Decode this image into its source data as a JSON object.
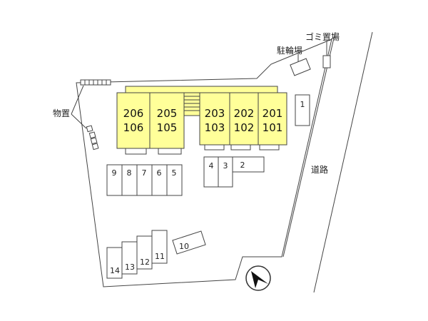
{
  "labels": {
    "storage": "物置",
    "bicycle_parking": "駐輪場",
    "garbage": "ゴミ置場",
    "road": "道路"
  },
  "units": [
    {
      "top": "206",
      "bottom": "106"
    },
    {
      "top": "205",
      "bottom": "105"
    },
    {
      "top": "203",
      "bottom": "103"
    },
    {
      "top": "202",
      "bottom": "102"
    },
    {
      "top": "201",
      "bottom": "101"
    }
  ],
  "parking": {
    "p1": "1",
    "p2": "2",
    "p3": "3",
    "p4": "4",
    "p5": "5",
    "p6": "6",
    "p7": "7",
    "p8": "8",
    "p9": "9",
    "p10": "10",
    "p11": "11",
    "p12": "12",
    "p13": "13",
    "p14": "14"
  },
  "colors": {
    "building": "#ffff99",
    "outline": "#333333"
  },
  "icons": {
    "compass": "north-arrow-icon"
  }
}
